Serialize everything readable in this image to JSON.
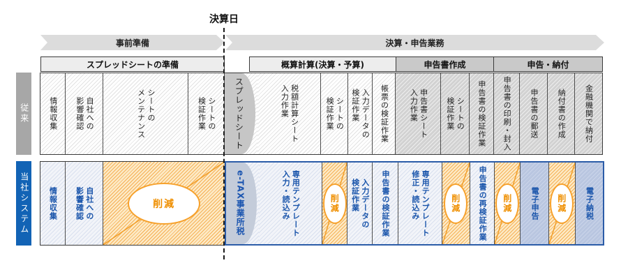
{
  "title": {
    "settlement_day": "決算日"
  },
  "timeline": {
    "phase1": "事前準備",
    "phase2": "決算・申告業務"
  },
  "sections": [
    {
      "label": "スプレッドシートの準備",
      "tone": "light"
    },
    {
      "label": "概算計算(決算・予算)",
      "tone": "light"
    },
    {
      "label": "申告書作成",
      "tone": "dark"
    },
    {
      "label": "申告・納付",
      "tone": "dark"
    }
  ],
  "rows": {
    "conventional": {
      "label": "従来",
      "cells": [
        {
          "label": "情報収集",
          "type": "hatch-light",
          "w": 36
        },
        {
          "label": "自社への\n影響確認",
          "type": "hatch-light",
          "w": 54
        },
        {
          "label": "シートの\nメンテナンス",
          "type": "hatch-light",
          "w": 123
        },
        {
          "label": "シートの\n検証作業",
          "type": "hatch-light",
          "w": 52
        },
        {
          "label": "スプレッドシート",
          "type": "sheet-gray",
          "w": 48
        },
        {
          "label": "税額計算シート\n入力作業",
          "type": "hatch-light",
          "w": 92
        },
        {
          "label": "シートの\n検証作業",
          "type": "hatch-light",
          "w": 38
        },
        {
          "label": "入力データの\n検証作業",
          "type": "hatch-light",
          "w": 35
        },
        {
          "label": "帳票の検証作業",
          "type": "hatch-light",
          "w": 33
        },
        {
          "label": "申告書シート\n入力作業",
          "type": "hatch-dark",
          "w": 65
        },
        {
          "label": "シートの\n検証作業",
          "type": "hatch-dark",
          "w": 40
        },
        {
          "label": "申告書の検証作業",
          "type": "hatch-dark",
          "w": 35
        },
        {
          "label": "申告書の印刷・封入",
          "type": "hatch-dark",
          "w": 37
        },
        {
          "label": "申告書の郵送",
          "type": "hatch-dark",
          "w": 40
        },
        {
          "label": "納付書の作成",
          "type": "hatch-dark",
          "w": 38
        },
        {
          "label": "金融機関で納付",
          "type": "hatch-dark",
          "w": 40
        }
      ]
    },
    "system": {
      "label": "当社システム",
      "cells_left": [
        {
          "label": "情報収集",
          "type": "sys-hatch",
          "w": 35
        },
        {
          "label": "自社への\n影響確認",
          "type": "sys-hatch",
          "w": 54
        },
        {
          "label": "削減",
          "type": "reduction-wide",
          "w": 175
        }
      ],
      "cells_right": [
        {
          "label": "e-TAX事業所税",
          "type": "sheet-blue",
          "w": 48
        },
        {
          "label": "専用テンプレート\n入力・読込み",
          "type": "sys-hatch",
          "w": 92
        },
        {
          "label": "削減",
          "type": "reduction",
          "w": 36
        },
        {
          "label": "入力データの\n検証作業",
          "type": "sys-hatch",
          "w": 35
        },
        {
          "label": "申告書の検証作業",
          "type": "sys-hatch",
          "w": 37
        },
        {
          "label": "専用テンプレート\n修正・読込み",
          "type": "sys-hatch",
          "w": 63
        },
        {
          "label": "削減",
          "type": "reduction",
          "w": 40
        },
        {
          "label": "申告書の再検証作業",
          "type": "sys-hatch",
          "w": 35
        },
        {
          "label": "削減",
          "type": "reduction",
          "w": 37
        },
        {
          "label": "電子申告",
          "type": "sys-solid",
          "w": 40
        },
        {
          "label": "削減",
          "type": "reduction",
          "w": 38
        },
        {
          "label": "電子納税",
          "type": "sys-solid",
          "w": 40
        }
      ]
    }
  },
  "colors": {
    "system_blue": "#1263b5",
    "system_border_blue": "#2b5ca8",
    "reduction_orange": "#ef8f00",
    "conventional_gray": "#a7a7a7",
    "band_gray": "#dcdcdc"
  }
}
